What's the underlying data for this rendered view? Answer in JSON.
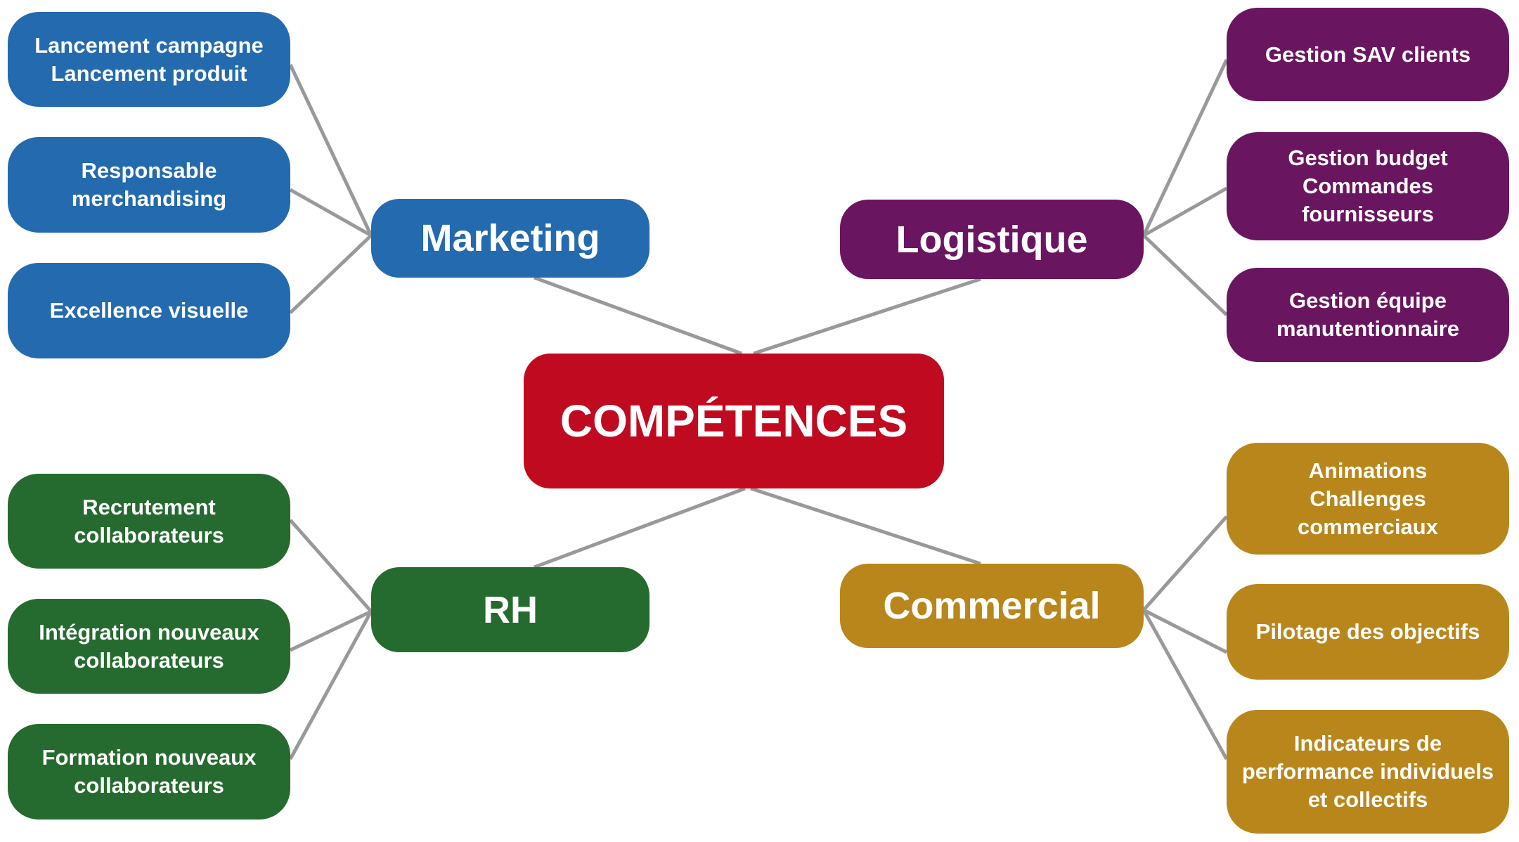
{
  "center": {
    "label": "COMPÉTENCES",
    "color": "#c00a20"
  },
  "branches": {
    "marketing": {
      "label": "Marketing",
      "color": "#236aae",
      "items": [
        "Lancement campagne\nLancement produit",
        "Responsable\nmerchandising",
        "Excellence visuelle"
      ]
    },
    "logistique": {
      "label": "Logistique",
      "color": "#6a1560",
      "items": [
        "Gestion SAV clients",
        "Gestion budget\nCommandes\nfournisseurs",
        "Gestion équipe\nmanutentionnaire"
      ]
    },
    "rh": {
      "label": "RH",
      "color": "#256a2e",
      "items": [
        "Recrutement\ncollaborateurs",
        "Intégration nouveaux\ncollaborateurs",
        "Formation nouveaux\ncollaborateurs"
      ]
    },
    "commercial": {
      "label": "Commercial",
      "color": "#b8861a",
      "items": [
        "Animations\nChallenges\ncommerciaux",
        "Pilotage des objectifs",
        "Indicateurs de\nperformance individuels\net collectifs"
      ]
    }
  }
}
